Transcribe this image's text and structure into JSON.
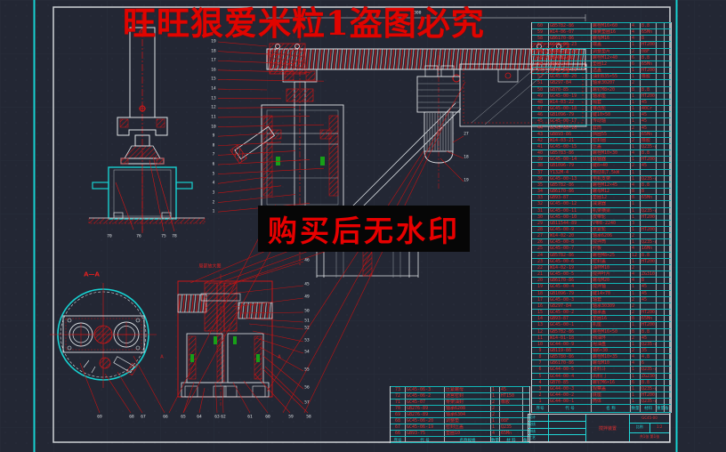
{
  "watermark": {
    "top_text": "旺旺狠爱米粒1盗图必究",
    "box_text": "购买后无水印"
  },
  "labels": {
    "section_aa": "A—A",
    "section_arrow_left": "A",
    "section_arrow_right": "A",
    "detail_title": "局部放大图",
    "dim_top": "6300"
  },
  "balloons": {
    "left_column": [
      "19",
      "18",
      "17",
      "16",
      "15",
      "14",
      "13",
      "12",
      "11",
      "10",
      "9",
      "8",
      "7",
      "6",
      "5",
      "4",
      "3",
      "2",
      "1"
    ],
    "motor": [
      "27",
      "18",
      "19"
    ],
    "section_right": [
      "46",
      "45",
      "49",
      "50",
      "51",
      "52",
      "53",
      "54",
      "55",
      "56",
      "57"
    ],
    "bottom_row": [
      "69",
      "68",
      "67",
      "66",
      "65",
      "64",
      "63",
      "62",
      "61",
      "60",
      "59",
      "58"
    ],
    "left_view_bottom": [
      "70",
      "76",
      "75",
      "78"
    ]
  },
  "bom_right": {
    "headers": [
      "序号",
      "代 号",
      "名 称",
      "数量",
      "材料",
      "重量",
      "备注"
    ],
    "rows": [
      [
        "60",
        "GB5782-86",
        "螺栓M16×60",
        "4",
        "8.8"
      ],
      [
        "59",
        "W14-06-07",
        "弹簧垫圈16",
        "4",
        "65Mn"
      ],
      [
        "58",
        "GB6170-86",
        "螺母M16",
        "4",
        "8"
      ],
      [
        "57",
        "GC45-00-23",
        "端盖",
        "1",
        "HT200"
      ],
      [
        "56",
        "GC45-00-22",
        "调整垫片",
        "2",
        "08F"
      ],
      [
        "55",
        "GB5782-86",
        "螺栓M12×40",
        "6",
        "8.8"
      ],
      [
        "54",
        "GB93-87",
        "垫圈12",
        "6",
        "65Mn"
      ],
      [
        "53",
        "GC45-00-21",
        "透盖",
        "1",
        "HT200"
      ],
      [
        "52",
        "GC45-00-20",
        "油封B35×55",
        "1",
        "橡胶"
      ],
      [
        "51",
        "GB297-84",
        "轴承30207",
        "2",
        ""
      ],
      [
        "50",
        "GB70-85",
        "螺钉M8×20",
        "8",
        "8.8"
      ],
      [
        "49",
        "GC45-00-19",
        "轴承座",
        "1",
        "HT200"
      ],
      [
        "48",
        "W14-03-22",
        "隔套",
        "1",
        "45"
      ],
      [
        "47",
        "GC45-00-18",
        "锥齿轮",
        "1",
        "40Cr"
      ],
      [
        "46",
        "GB1096-79",
        "键10×50",
        "1",
        "45"
      ],
      [
        "45",
        "GC45-00-17",
        "传动轴",
        "1",
        "45"
      ],
      [
        "44",
        "GC45-00-16",
        "套筒",
        "2",
        "45"
      ],
      [
        "43",
        "GB893-86",
        "挡圈55",
        "1",
        "65Mn"
      ],
      [
        "42",
        "W14-03-21",
        "密封圈",
        "2",
        "橡胶"
      ],
      [
        "41",
        "GC45-00-15",
        "压盖",
        "1",
        "Q235-A"
      ],
      [
        "40",
        "GB5783-86",
        "螺栓M10×30",
        "4",
        "8.8"
      ],
      [
        "39",
        "GC45-00-14",
        "联轴器",
        "1",
        "HT200"
      ],
      [
        "38",
        "GB1096-79",
        "键8×40",
        "2",
        "45"
      ],
      [
        "37",
        "Y132M-4",
        "电动机7.5kW",
        "1",
        ""
      ],
      [
        "36",
        "GC45-00-13",
        "电机支架",
        "1",
        "Q235-A"
      ],
      [
        "35",
        "GB5782-86",
        "螺栓M12×45",
        "4",
        "8.8"
      ],
      [
        "34",
        "GB6170-86",
        "螺母M12",
        "8",
        "8"
      ],
      [
        "33",
        "GB93-87",
        "垫圈12",
        "8",
        "65Mn"
      ],
      [
        "32",
        "GC45-00-12",
        "减速器",
        "1",
        ""
      ],
      [
        "31",
        "GC45-00-11",
        "机架横梁",
        "1",
        "Q235-A"
      ],
      [
        "30",
        "GC45-00-10",
        "皮带轮",
        "1",
        "HT200"
      ],
      [
        "29",
        "GB11544-89",
        "V带B-2240",
        "3",
        ""
      ],
      [
        "28",
        "GC45-00-9",
        "张紧轮",
        "1",
        "HT200"
      ],
      [
        "27",
        "W14-02-20",
        "轴承6206",
        "2",
        ""
      ],
      [
        "26",
        "GC45-00-8",
        "搅拌筒",
        "1",
        "Q235-A"
      ],
      [
        "25",
        "GC45-00-7",
        "衬板",
        "4",
        "16Mn"
      ],
      [
        "24",
        "GB5782-86",
        "螺栓M8×25",
        "12",
        "8.8"
      ],
      [
        "23",
        "GC45-00-6",
        "密封盖",
        "1",
        "HT200"
      ],
      [
        "22",
        "W14-02-19",
        "油杯M10",
        "2",
        ""
      ],
      [
        "21",
        "GC45-00-5",
        "搅拌叶片",
        "4",
        "ZG310"
      ],
      [
        "20",
        "GB6170-86",
        "螺母M20",
        "4",
        "8"
      ],
      [
        "19",
        "GC45-00-4",
        "搅拌轴",
        "1",
        "45"
      ],
      [
        "18",
        "GB1096-79",
        "键14×70",
        "1",
        "45"
      ],
      [
        "17",
        "GC45-00-3",
        "轴套",
        "2",
        "45"
      ],
      [
        "16",
        "GB297-84",
        "轴承30309",
        "2",
        ""
      ],
      [
        "15",
        "GC45-00-2",
        "轴承盖",
        "2",
        "HT200"
      ],
      [
        "14",
        "GB93-87",
        "垫圈16",
        "8",
        "65Mn"
      ],
      [
        "13",
        "GC45-00-1",
        "机座",
        "1",
        "HT200"
      ],
      [
        "12",
        "GB5782-86",
        "螺栓M16×50",
        "8",
        "8.8"
      ],
      [
        "11",
        "W14-01-18",
        "挡油环",
        "2",
        "45"
      ],
      [
        "10",
        "GC44-00-9",
        "甩油盘",
        "1",
        "Q235-A"
      ],
      [
        "9",
        "GB119-86",
        "销6×30",
        "2",
        "35"
      ],
      [
        "8",
        "GB5780-86",
        "螺栓M10×35",
        "4",
        "4.8"
      ],
      [
        "7",
        "GB6170-86",
        "螺母M10",
        "4",
        "6"
      ],
      [
        "6",
        "GC44-00-5",
        "进料斗",
        "1",
        "Q235-A"
      ],
      [
        "5",
        "GC44-00-4",
        "出料门",
        "1",
        "ZG230"
      ],
      [
        "4",
        "GB70-85",
        "螺钉M6×16",
        "6",
        "8.8"
      ],
      [
        "3",
        "GC44-00-3",
        "观察盖",
        "1",
        "Q235-A"
      ],
      [
        "2",
        "GC44-00-2",
        "底座",
        "1",
        "HT200"
      ],
      [
        "1",
        "GC44-00-1",
        "筒体",
        "1",
        "Q235-A"
      ]
    ]
  },
  "bom_left": {
    "headers": [
      "序号",
      "代 号",
      "名称规格",
      "数量",
      "材 料",
      "备注"
    ],
    "rows": [
      [
        "73",
        "GC45-06-3",
        "压紧螺母",
        "1",
        "45"
      ],
      [
        "72",
        "GC45-06-2",
        "迷宫密封",
        "1",
        "HT150"
      ],
      [
        "71",
        "GC45-07",
        "骨架油封",
        "2",
        "橡胶"
      ],
      [
        "70",
        "GB276-89",
        "轴承6208",
        "2",
        ""
      ],
      [
        "69",
        "GB276-89",
        "轴承6304",
        "2",
        ""
      ],
      [
        "68",
        "GC45-06-20",
        "调整垫",
        "1",
        "08F"
      ],
      [
        "67",
        "GC45-06-19",
        "密封压盖",
        "1",
        "Q235"
      ],
      [
        "66",
        "GB93-75",
        "垫圈10",
        "4",
        "65Mn"
      ]
    ]
  },
  "title_block": {
    "sign_labels": [
      "设计",
      "校核",
      "审核",
      "工艺"
    ],
    "sign_values": [
      "",
      "",
      "",
      ""
    ],
    "name": "搅拌装置",
    "drawing_no": "GC45-00",
    "scale_label": "比例",
    "scale": "1:2",
    "sheet": "共1张 第1张"
  },
  "colors": {
    "red": "#d81616",
    "cyan": "#17d1d1",
    "white": "#dfe3e6",
    "background": "#232734",
    "watermark_red": "#e00400"
  }
}
